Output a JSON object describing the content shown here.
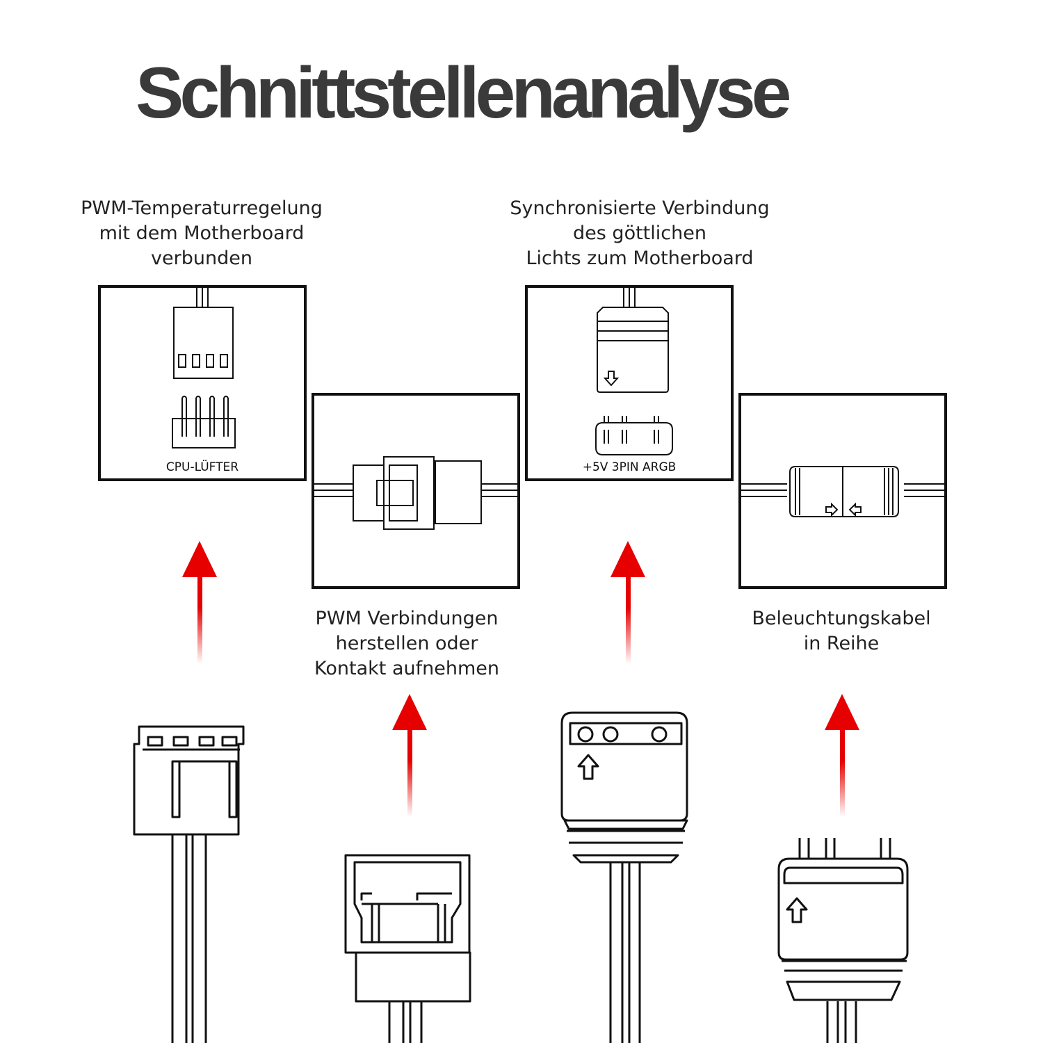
{
  "title": "Schnittstellenanalyse",
  "captions": {
    "pwm_temp": [
      "PWM-Temperaturregelung",
      "mit dem Motherboard",
      "verbunden"
    ],
    "sync": [
      "Synchronisierte Verbindung",
      "des göttlichen",
      "Lichts zum Motherboard"
    ],
    "pwm_conn": [
      "PWM Verbindungen",
      "herstellen oder",
      "Kontakt aufnehmen"
    ],
    "light": [
      "Beleuchtungskabel",
      "in Reihe"
    ]
  },
  "labels": {
    "cpu_fan": "CPU-LÜFTER",
    "argb": "+5V 3PIN ARGB"
  },
  "colors": {
    "arrow": "#e60000",
    "line": "#111111",
    "title": "#3a3a3a"
  }
}
